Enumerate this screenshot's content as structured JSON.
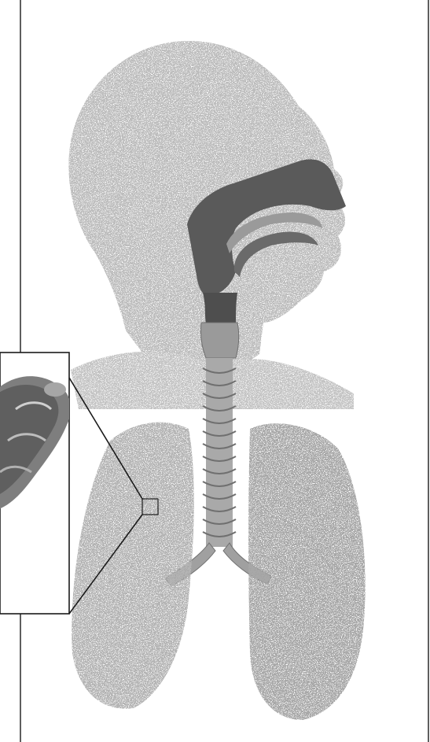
{
  "figure": {
    "kind": "respiratory-system-illustration",
    "parts": [
      "head-silhouette",
      "nasal-cavity",
      "oral-cavity",
      "pharynx",
      "larynx",
      "trachea",
      "left-bronchus",
      "right-bronchus",
      "right-lung",
      "left-lung",
      "inset-callout",
      "bronchiole-close-up"
    ]
  },
  "colors": {
    "outline": "#1a1a1a",
    "silhouette": "#c9c9c9",
    "cavity_dark": "#5a5a5a",
    "cavity_mid": "#8a8a8a",
    "trachea": "#a9a9a9",
    "trachea_ring": "#6f6f6f",
    "lung": "#bdbdbd",
    "background": "#ffffff"
  }
}
